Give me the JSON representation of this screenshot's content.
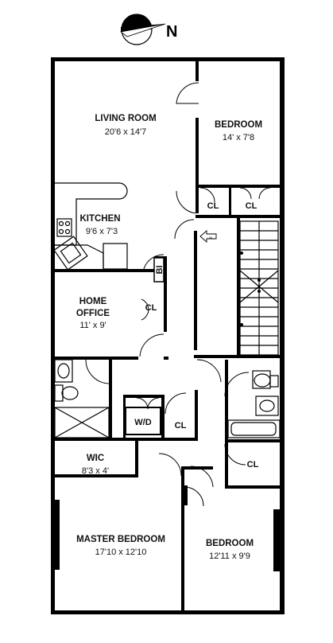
{
  "compass": {
    "north_label": "N"
  },
  "rooms": {
    "living_room": {
      "name": "LIVING ROOM",
      "dims": "20'6 x 14'7"
    },
    "bedroom_north": {
      "name": "BEDROOM",
      "dims": "14' x 7'8"
    },
    "kitchen": {
      "name": "KITCHEN",
      "dims": "9'6 x 7'3"
    },
    "home_office": {
      "name_line1": "HOME",
      "name_line2": "OFFICE",
      "dims": "11' x 9'"
    },
    "wic": {
      "name": "WIC",
      "dims": "8'3 x 4'"
    },
    "master_bedroom": {
      "name": "MASTER BEDROOM",
      "dims": "17'10 x 12'10"
    },
    "bedroom_south": {
      "name": "BEDROOM",
      "dims": "12'11 x 9'9"
    }
  },
  "closets": {
    "cl_1": "CL",
    "cl_2": "CL",
    "cl_office": "CL",
    "cl_hall": "CL",
    "cl_bath": "CL"
  },
  "fixtures": {
    "built_in": "BI",
    "washer_dryer": "W/D",
    "entry_arrow": "IN"
  },
  "colors": {
    "walls": "#000000",
    "windows": "#9a9a9a",
    "background": "#ffffff"
  }
}
